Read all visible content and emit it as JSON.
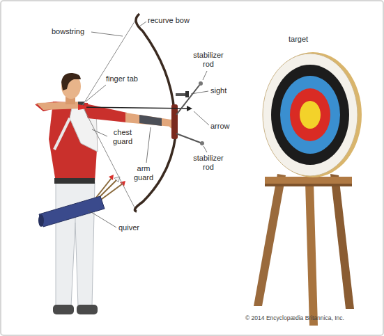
{
  "diagram": {
    "labels": [
      "bowstring",
      "recurve bow",
      "stabilizer rod",
      "sight",
      "arrow",
      "stabilizer rod",
      "target",
      "finger tab",
      "chest guard",
      "arm guard",
      "quiver",
      "© 2014 Encyclopædia Britannica, Inc."
    ]
  }
}
